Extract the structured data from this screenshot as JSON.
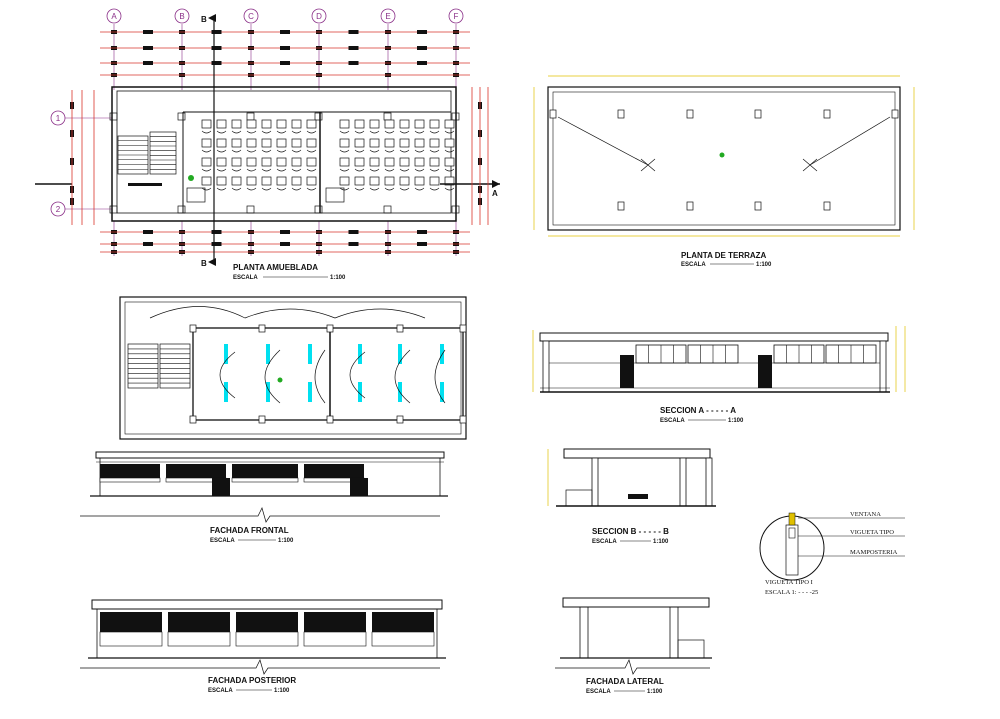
{
  "drawings": {
    "planta_amueblada": {
      "title": "PLANTA AMUEBLADA",
      "scale_label": "ESCALA",
      "scale": "1:100",
      "cut_a": "A",
      "cut_b": "B"
    },
    "planta_terraza": {
      "title": "PLANTA DE TERRAZA",
      "scale_label": "ESCALA",
      "scale": "1:100"
    },
    "seccion_a": {
      "title": "SECCION A - - - - - A",
      "scale_label": "ESCALA",
      "scale": "1:100"
    },
    "fachada_frontal": {
      "title": "FACHADA FRONTAL",
      "scale_label": "ESCALA",
      "scale": "1:100"
    },
    "seccion_b": {
      "title": "SECCION B - - - - - B",
      "scale_label": "ESCALA",
      "scale": "1:100"
    },
    "fachada_posterior": {
      "title": "FACHADA POSTERIOR",
      "scale_label": "ESCALA",
      "scale": "1:100"
    },
    "fachada_lateral": {
      "title": "FACHADA LATERAL",
      "scale_label": "ESCALA",
      "scale": "1:100"
    },
    "vigueta_detail": {
      "labels": [
        "VENTANA",
        "VIGUETA TIPO",
        "MAMPOSTERIA"
      ],
      "title": "VIGUETA TIPO I",
      "scale": "ESCALA 1: - - - -25"
    }
  },
  "grid_axes": {
    "columns": [
      "A",
      "B",
      "C",
      "D",
      "E",
      "F"
    ],
    "rows": [
      "1",
      "2"
    ]
  },
  "colors": {
    "line": "#111111",
    "dim_red": "#d9342b",
    "axis": "#8a2f88",
    "dim_yellow": "#e0c000",
    "glass": "#00e0f0",
    "plant": "#22aa22"
  }
}
